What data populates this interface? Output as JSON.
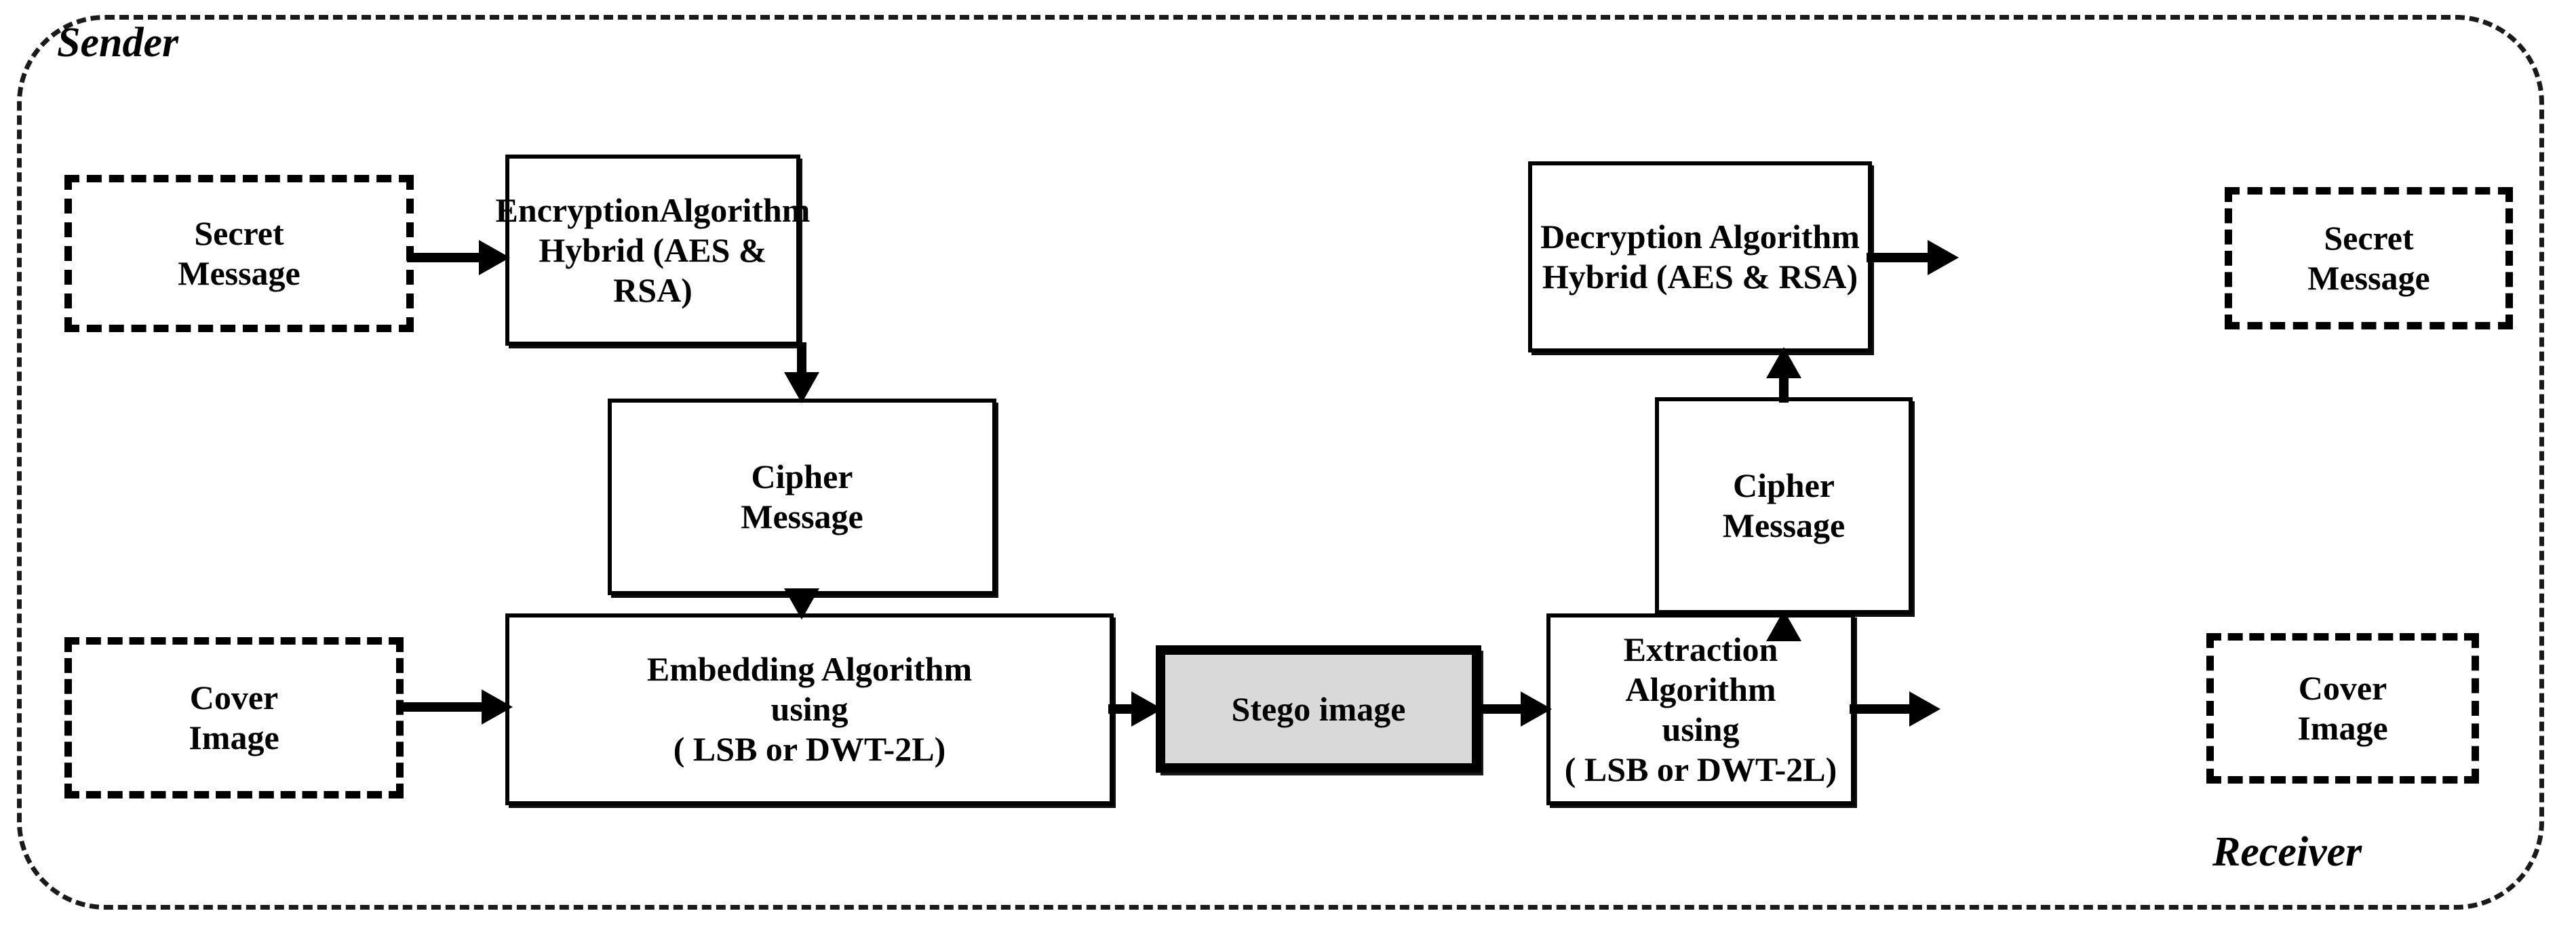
{
  "diagram": {
    "title_zones": {
      "sender": "Sender",
      "receiver": "Receiver"
    },
    "nodes": {
      "secret_message_in": "Secret\nMessage",
      "encryption": "EncryptionAlgorithm\nHybrid (AES & RSA)",
      "cipher_out": "Cipher\nMessage",
      "embedding": "Embedding Algorithm\nusing\n( LSB or DWT-2L)",
      "cover_image_in": "Cover\nImage",
      "stego": "Stego image",
      "extraction": "Extraction  Algorithm\nusing\n( LSB or DWT-2L)",
      "cipher_in": "Cipher\nMessage",
      "decryption": "Decryption Algorithm\nHybrid (AES & RSA)",
      "secret_message_out": "Secret\nMessage",
      "cover_image_out": "Cover\nImage"
    },
    "colors": {
      "stroke": "#000000",
      "stego_fill": "#d9d9d9",
      "background": "#ffffff",
      "text": "#000000"
    }
  }
}
